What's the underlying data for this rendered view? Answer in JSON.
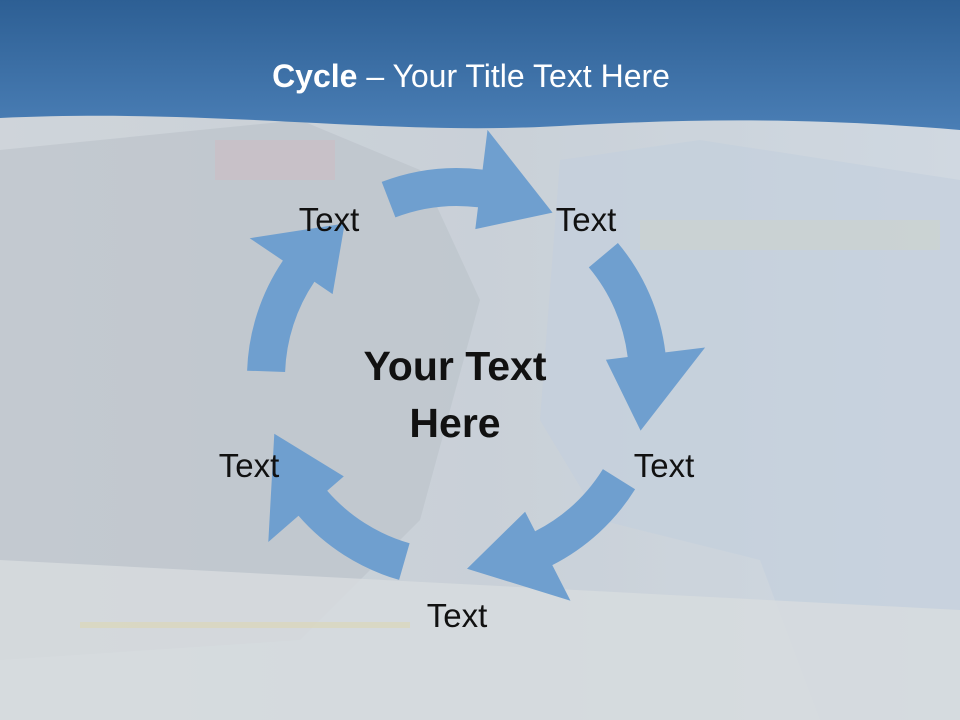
{
  "slide": {
    "title_bold": "Cycle",
    "title_rest": " – Your Title Text Here",
    "center_line1": "Your Text",
    "center_line2": "Here"
  },
  "cycle": {
    "labels": [
      "Text",
      "Text",
      "Text",
      "Text",
      "Text"
    ],
    "arrow_color": "#6f9fcf"
  },
  "colors": {
    "header": "#3b6ea3",
    "background": "#d3d8de"
  }
}
